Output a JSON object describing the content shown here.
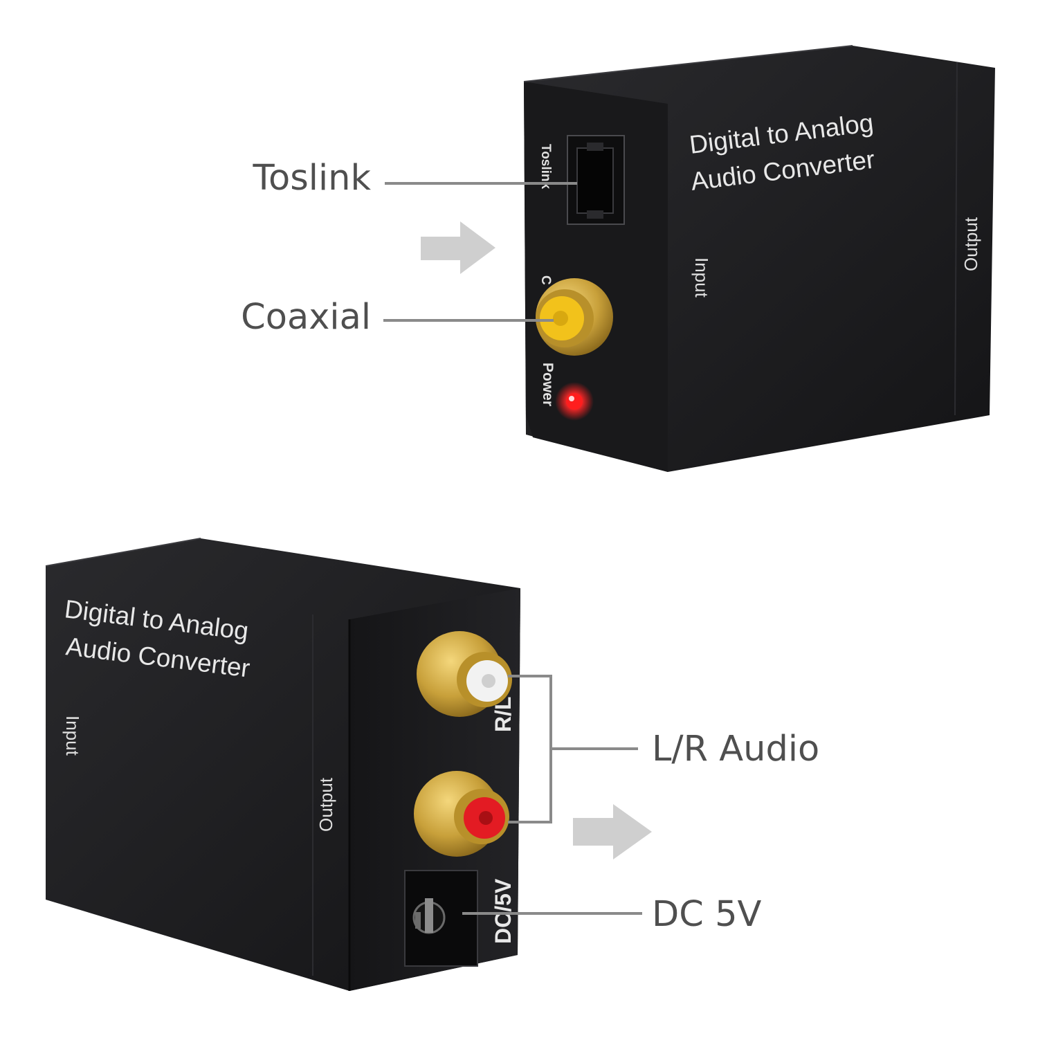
{
  "colors": {
    "background": "#ffffff",
    "device_body": "#1b1b1d",
    "callout_text": "#4f4f4f",
    "callout_line": "#8a8a8a",
    "arrow": "#cfcfcf",
    "gold": "#c8a03a",
    "coaxial_insert": "#f2c21b",
    "right_channel_insert": "#e31b23",
    "left_channel_insert": "#f2f2f2",
    "power_led": "#ff1e1e"
  },
  "callouts": {
    "toslink": "Toslink",
    "coaxial": "Coaxial",
    "lr_audio": "L/R Audio",
    "dc_5v": "DC 5V"
  },
  "top_device": {
    "title_line1": "Digital to Analog",
    "title_line2": "Audio Converter",
    "top_label_input": "Input",
    "top_label_output": "Output",
    "port_label_toslink": "Toslink",
    "port_label_coaxial": "C",
    "port_label_power": "Power"
  },
  "bottom_device": {
    "title_line1": "Digital to Analog",
    "title_line2": "Audio Converter",
    "top_label_input": "Input",
    "top_label_output": "Output",
    "port_label_rl": "R/L",
    "port_label_dc": "DC/5V"
  }
}
